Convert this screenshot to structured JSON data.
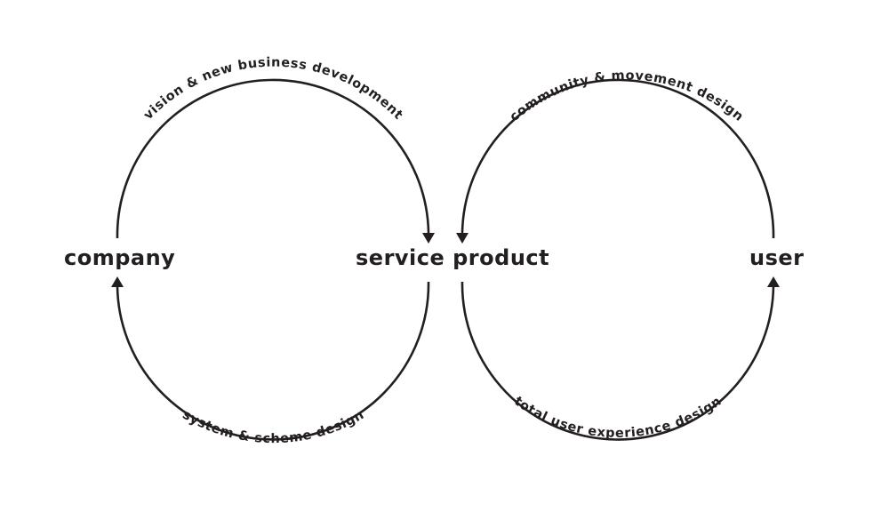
{
  "diagram": {
    "nodes": {
      "company": "company",
      "service_product": "service product",
      "user": "user"
    },
    "arcs": {
      "left_top": "vision & new business development",
      "left_bottom": "system & scheme design",
      "right_top": "community & movement design",
      "right_bottom": "total user experience design"
    },
    "colors": {
      "stroke": "#231f20",
      "background": "#ffffff"
    }
  }
}
